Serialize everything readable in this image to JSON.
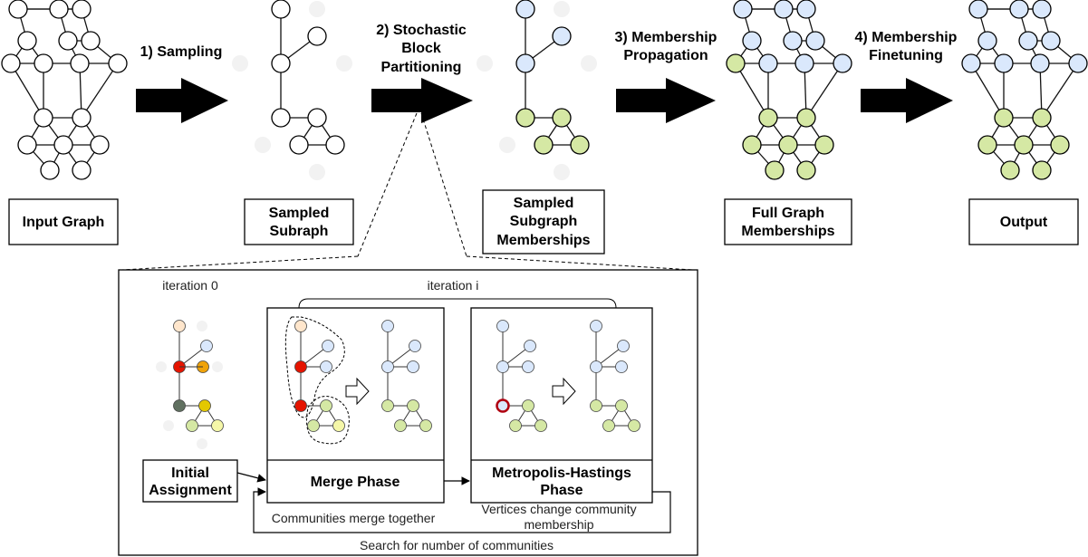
{
  "steps": {
    "step1": "1) Sampling",
    "step2": [
      "2) Stochastic",
      "Block",
      "Partitioning"
    ],
    "step3": [
      "3) Membership",
      "Propagation"
    ],
    "step4": [
      "4) Membership",
      "Finetuning"
    ]
  },
  "boxes": {
    "input_graph": "Input Graph",
    "sampled_subgraph": [
      "Sampled",
      "Subraph"
    ],
    "sampled_memberships": [
      "Sampled",
      "Subgraph",
      "Memberships"
    ],
    "full_memberships": [
      "Full Graph",
      "Memberships"
    ],
    "output": "Output"
  },
  "detail": {
    "iteration0": "iteration 0",
    "iteration_i": "iteration i",
    "initial_assignment": [
      "Initial",
      "Assignment"
    ],
    "merge_phase": "Merge Phase",
    "mh_phase": [
      "Metropolis-Hastings",
      "Phase"
    ],
    "merge_caption": "Communities merge together",
    "mh_caption": [
      "Vertices change community",
      "membership"
    ],
    "search_caption": "Search for number of communities"
  },
  "colors": {
    "blue": "#dae8fc",
    "green": "#d5e8a4",
    "red": "#e51400",
    "orange": "#f0a30a",
    "peach": "#ffe6cc",
    "dark_gray": "#607060",
    "yellow": "#e3c800",
    "light_yellow": "#f5f7a8"
  }
}
